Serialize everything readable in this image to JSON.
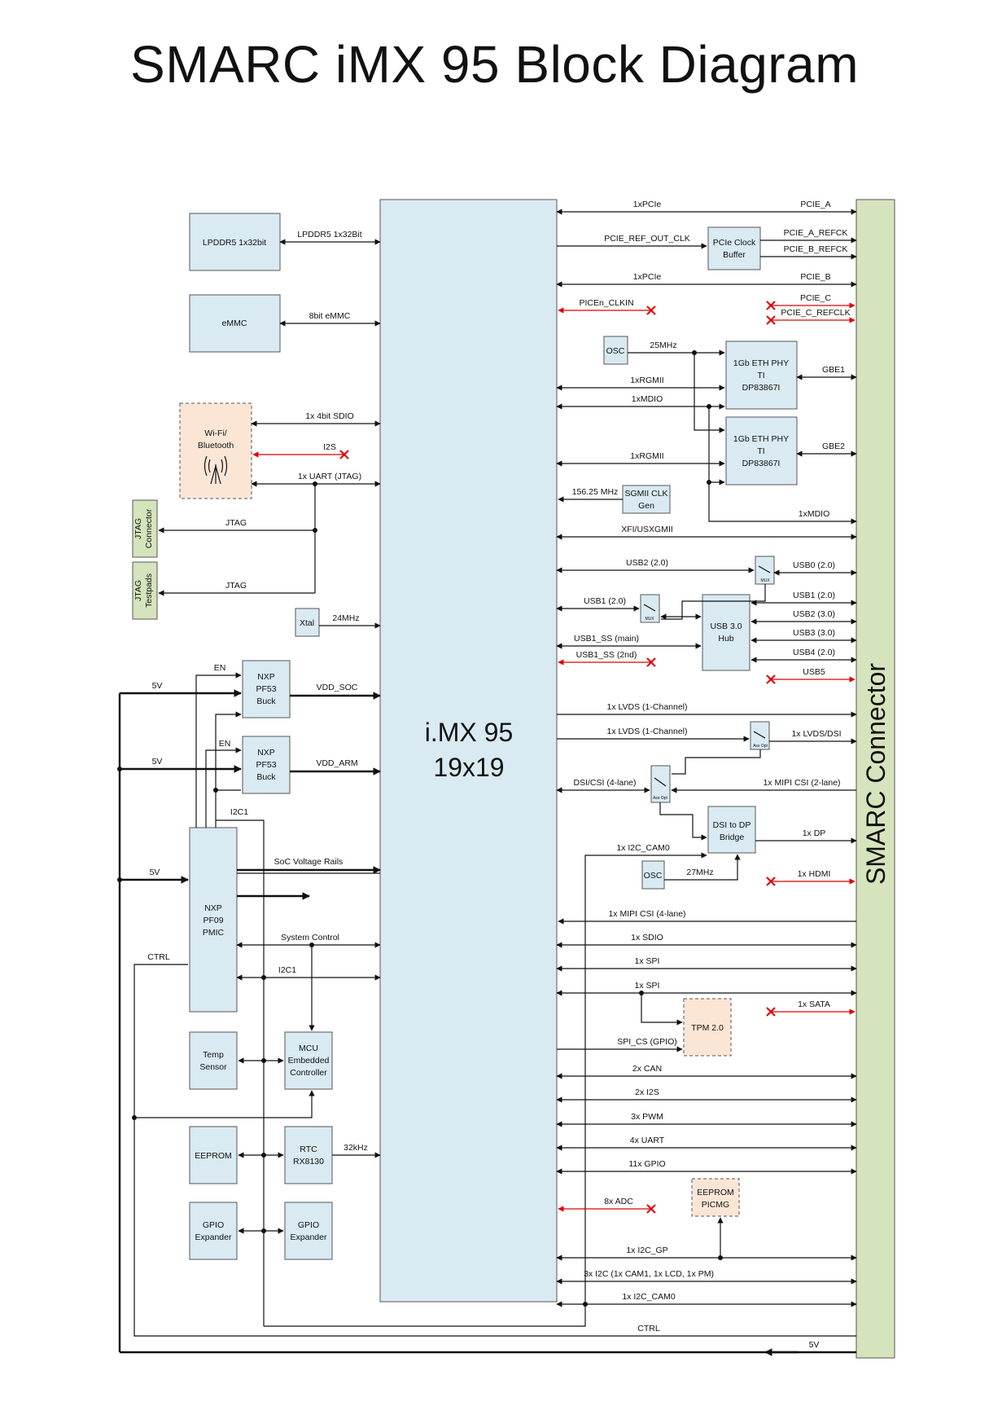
{
  "title": "SMARC iMX 95 Block Diagram",
  "soc": {
    "line1": "i.MX 95",
    "line2": "19x19"
  },
  "connector": "SMARC Connector",
  "blocks": {
    "lpddr": "LPDDR5 1x32bit",
    "emmc": "eMMC",
    "wifi": [
      "Wi-Fi/",
      "Bluetooth"
    ],
    "jtag_conn": [
      "JTAG",
      "Connector"
    ],
    "jtag_test": [
      "JTAG",
      "Testpads"
    ],
    "xtal": "Xtal",
    "pf53a": [
      "NXP",
      "PF53",
      "Buck"
    ],
    "pf53b": [
      "NXP",
      "PF53",
      "Buck"
    ],
    "pmic": [
      "NXP",
      "PF09",
      "PMIC"
    ],
    "temp": [
      "Temp",
      "Sensor"
    ],
    "mcu": [
      "MCU",
      "Embedded",
      "Controller"
    ],
    "eeprom": "EEPROM",
    "rtc": [
      "RTC",
      "RX8130"
    ],
    "gpio1": [
      "GPIO",
      "Expander"
    ],
    "gpio2": [
      "GPIO",
      "Expander"
    ],
    "pcie_buf": [
      "PCIe Clock",
      "Buffer"
    ],
    "osc1": "OSC",
    "phy1": [
      "1Gb ETH PHY",
      "TI",
      "DP83867I"
    ],
    "phy2": [
      "1Gb ETH PHY",
      "TI",
      "DP83867I"
    ],
    "sgmii": [
      "SGMII CLK",
      "Gen"
    ],
    "usbhub": [
      "USB 3.0",
      "Hub"
    ],
    "mux1": "MUX",
    "mux2": "MUX",
    "assy1": "Ass Opt",
    "assy2": "Ass Opt",
    "dsidp": [
      "DSI to DP",
      "Bridge"
    ],
    "osc2": "OSC",
    "tpm": "TPM 2.0",
    "eeprom_picmg": [
      "EEPROM",
      "PICMG"
    ]
  },
  "labels": {
    "lpddr_bus": "LPDDR5 1x32Bit",
    "emmc_bus": "8bit eMMC",
    "sdio": "1x 4bit SDIO",
    "i2s": "I2S",
    "uart_jtag": "1x UART (JTAG)",
    "jtag1": "JTAG",
    "jtag2": "JTAG",
    "xtal_freq": "24MHz",
    "en1": "EN",
    "en2": "EN",
    "v5a": "5V",
    "v5b": "5V",
    "v5c": "5V",
    "vdd_soc": "VDD_SOC",
    "vdd_arm": "VDD_ARM",
    "i2c1a": "I2C1",
    "i2c1b": "I2C1",
    "soc_rails": "SoC Voltage Rails",
    "sys_ctrl": "System Control",
    "ctrl_l": "CTRL",
    "rtc_freq": "32kHz",
    "pcie1": "1xPCIe",
    "pcie_a": "PCIE_A",
    "pcie_ref": "PCIE_REF_OUT_CLK",
    "pcie_a_refck": "PCIE_A_REFCK",
    "pcie_b_refck": "PCIE_B_REFCK",
    "pcie2": "1xPCIe",
    "pcie_b": "PCIE_B",
    "picen": "PICEn_CLKIN",
    "pcie_c": "PCIE_C",
    "pcie_c_ref": "PCIE_C_REFCLK",
    "osc_freq": "25MHz",
    "rgmii1": "1xRGMII",
    "mdio1": "1xMDIO",
    "gbe1": "GBE1",
    "gbe2": "GBE2",
    "rgmii2": "1xRGMII",
    "sgmii_freq": "156.25 MHz",
    "mdio2": "1xMDIO",
    "xfi": "XFI/USXGMII",
    "usb2_20": "USB2 (2.0)",
    "usb0": "USB0 (2.0)",
    "usb1_20": "USB1 (2.0)",
    "usb1r": "USB1 (2.0)",
    "usb2r": "USB2 (3.0)",
    "usb3r": "USB3 (3.0)",
    "usb4r": "USB4 (2.0)",
    "usb5": "USB5",
    "usb1ss_main": "USB1_SS (main)",
    "usb1ss_2nd": "USB1_SS (2nd)",
    "lvds1": "1x LVDS (1-Channel)",
    "lvds2": "1x LVDS (1-Channel)",
    "lvds_dsi": "1x LVDS/DSI",
    "dsi_csi": "DSI/CSI (4-lane)",
    "mipi_csi2": "1x MIPI CSI (2-lane)",
    "i2c_cam0a": "1x I2C_CAM0",
    "dp": "1x DP",
    "osc2_freq": "27MHz",
    "hdmi": "1x HDMI",
    "mipi_csi4": "1x MIPI CSI (4-lane)",
    "sdio1": "1x SDIO",
    "spi1": "1x SPI",
    "spi2": "1x SPI",
    "sata": "1x SATA",
    "spi_cs": "SPI_CS (GPIO)",
    "can": "2x CAN",
    "i2s2": "2x I2S",
    "pwm": "3x PWM",
    "uart4": "4x UART",
    "gpio11": "11x GPIO",
    "adc": "8x ADC",
    "i2c_gp": "1x I2C_GP",
    "i2c3": "3x I2C (1x CAM1, 1x LCD, 1x PM)",
    "i2c_cam0b": "1x I2C_CAM0",
    "ctrl_b": "CTRL",
    "v5_bottom": "5V"
  }
}
